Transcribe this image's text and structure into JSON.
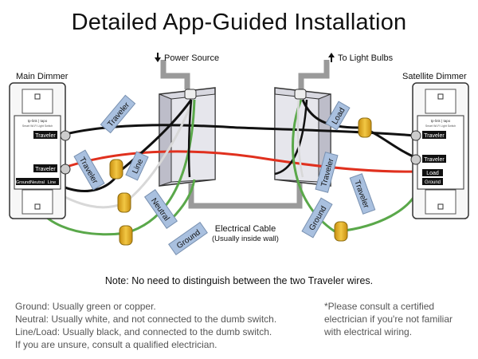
{
  "title": "Detailed App-Guided Installation",
  "labels": {
    "power_source": "Power Source",
    "to_light_bulbs": "To Light Bulbs",
    "main_dimmer": "Main Dimmer",
    "satellite_dimmer": "Satellite Dimmer",
    "electrical_cable": "Electrical Cable",
    "electrical_cable_sub": "(Usually inside wall)"
  },
  "wire_tags": {
    "traveler_top": "Traveler",
    "traveler_left": "Traveler",
    "line": "Line",
    "neutral": "Neutral",
    "ground_left": "Ground",
    "load_right": "Load",
    "traveler_right_a": "Traveler",
    "traveler_right_b": "Traveler",
    "ground_right": "Ground"
  },
  "main_device": {
    "brand": "tp-link | tapo",
    "model": "Smart Wi-Fi Light Switch",
    "terminal_traveler_1": "Traveler",
    "terminal_traveler_2": "Traveler",
    "terminal_ground": "Ground",
    "terminal_neutral": "Neutral",
    "terminal_line": "Line"
  },
  "satellite_device": {
    "brand": "tp-link | tapo",
    "model": "Smart Wi-Fi Light Switch",
    "terminal_traveler_1": "Traveler",
    "terminal_traveler_2": "Traveler",
    "terminal_load": "Load",
    "terminal_ground": "Ground"
  },
  "note": "Note: No need to distinguish between the two Traveler wires.",
  "legend": [
    "Ground: Usually green or copper.",
    "Neutral: Usually white, and not connected to the dumb switch.",
    "Line/Load: Usually black, and connected to the dumb switch.",
    "If you are unsure, consult a qualified electrician."
  ],
  "disclaimer": [
    "*Please consult a certified",
    " electrician if you're not familiar",
    " with electrical wiring."
  ],
  "colors": {
    "black_wire": "#111111",
    "red_wire": "#e0301e",
    "neutral_wire": "#d8d8d8",
    "ground_wire": "#5aa84a",
    "cable": "#9a9a9a",
    "tag_fill": "#a9c0df",
    "wire_nut": "#e7b42a",
    "box": "#cfcfd8"
  }
}
